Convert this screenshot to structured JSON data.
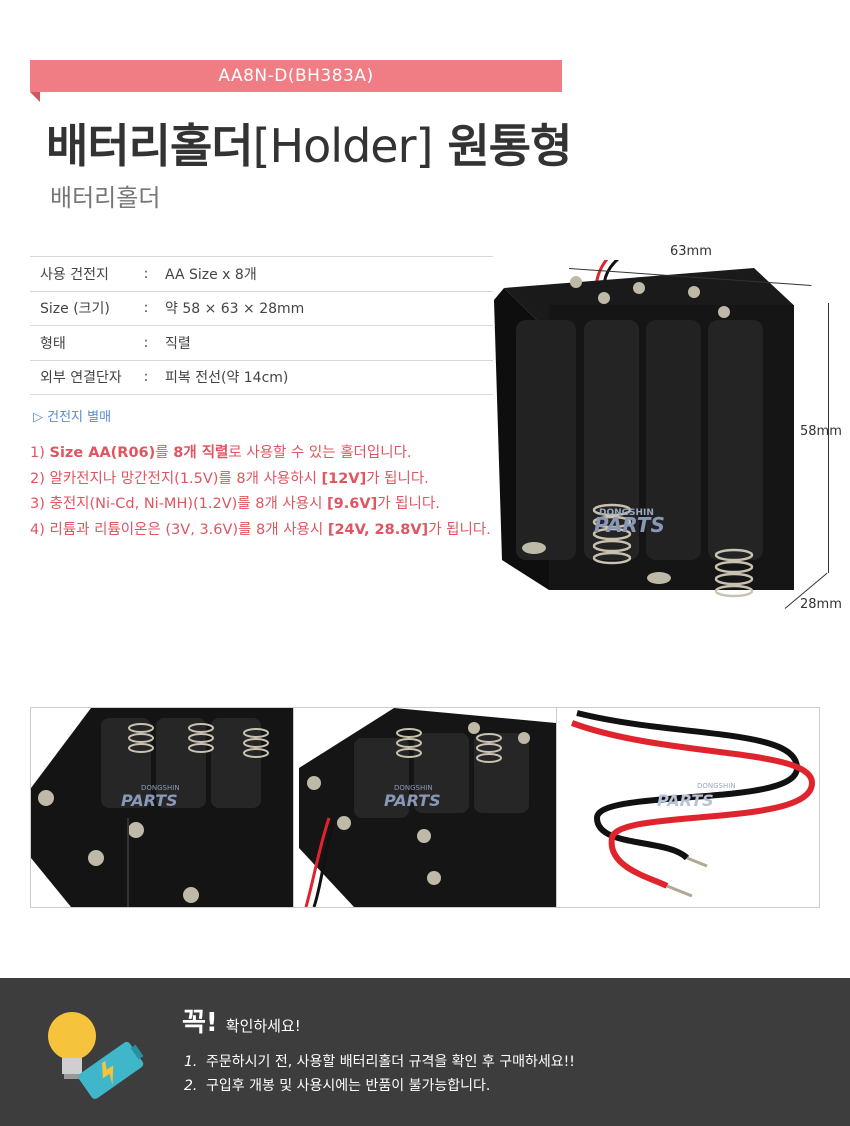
{
  "header": {
    "model": "AA8N-D(BH383A)",
    "title_ko": "배터리홀더",
    "title_en": "[Holder]",
    "title_type": "원통형",
    "subtitle": "배터리홀더"
  },
  "specs": [
    {
      "label": "사용 건전지",
      "sep": ":",
      "value": "AA Size x 8개"
    },
    {
      "label": "Size (크기)",
      "sep": ":",
      "value": "약 58 × 63 × 28mm"
    },
    {
      "label": "형태",
      "sep": ":",
      "value": "직렬"
    },
    {
      "label": "외부 연결단자",
      "sep": ":",
      "value": "피복 전선(약 14cm)"
    }
  ],
  "sold_separately": "▷ 건전지 별매",
  "notes": [
    {
      "pre": "1) ",
      "b1": "Size AA(R06)",
      "mid": "를 ",
      "b2": "8개 직렬",
      "post": "로 사용할 수 있는 홀더입니다."
    },
    {
      "pre": "2) 알카전지나 망간전지(1.5V)를 8개 사용하시 ",
      "b1": "[12V]",
      "mid": "",
      "b2": "",
      "post": "가 됩니다."
    },
    {
      "pre": "3) 충전지(Ni-Cd, Ni-MH)(1.2V)를 8개 사용시 ",
      "b1": "[9.6V]",
      "mid": "",
      "b2": "",
      "post": "가 됩니다."
    },
    {
      "pre": "4) 리튬과 리튬이온은 (3V, 3.6V)를 8개 사용시 ",
      "b1": "[24V, 28.8V]",
      "mid": "",
      "b2": "",
      "post": "가 됩니다."
    }
  ],
  "dimensions": {
    "width": "63mm",
    "height": "58mm",
    "depth": "28mm"
  },
  "watermark": {
    "small": "DONGSHIN",
    "big": "PARTS"
  },
  "footer": {
    "head_big": "꼭!",
    "head_small": "확인하세요!",
    "items": [
      {
        "num": "1.",
        "text": "주문하시기 전, 사용할 배터리홀더 규격을 확인 후 구매하세요!!"
      },
      {
        "num": "2.",
        "text": "구입후 개봉 및 사용시에는 반품이 불가능합니다."
      }
    ]
  },
  "colors": {
    "accent": "#f07c84",
    "note_red": "#e05560",
    "footer_bg": "#3d3d3d",
    "link_blue": "#5a8ad0"
  }
}
